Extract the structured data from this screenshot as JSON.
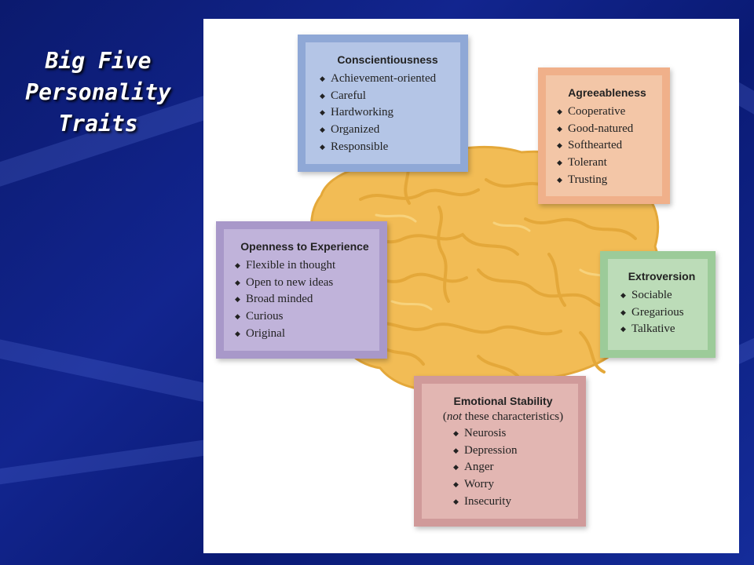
{
  "slide": {
    "title_lines": [
      "Big Five",
      "Personality",
      "Traits"
    ]
  },
  "colors": {
    "background": "#0b1a6e",
    "brain": "#f2bc55",
    "conscientiousness": "#b4c5e6",
    "agreeableness": "#f3c6a7",
    "openness": "#c0b3da",
    "extroversion": "#bcdcb8",
    "emotional_stability": "#e2b6b2"
  },
  "traits": {
    "conscientiousness": {
      "title": "Conscientiousness",
      "items": [
        "Achievement-oriented",
        "Careful",
        "Hardworking",
        "Organized",
        "Responsible"
      ]
    },
    "agreeableness": {
      "title": "Agreeableness",
      "items": [
        "Cooperative",
        "Good-natured",
        "Softhearted",
        "Tolerant",
        "Trusting"
      ]
    },
    "openness": {
      "title": "Openness to Experience",
      "items": [
        "Flexible in thought",
        "Open to new ideas",
        "Broad minded",
        "Curious",
        "Original"
      ]
    },
    "extroversion": {
      "title": "Extroversion",
      "items": [
        "Sociable",
        "Gregarious",
        "Talkative"
      ]
    },
    "emotional_stability": {
      "title": "Emotional Stability",
      "subtitle_open": "(",
      "subtitle_em": "not",
      "subtitle_rest": " these characteristics)",
      "items": [
        "Neurosis",
        "Depression",
        "Anger",
        "Worry",
        "Insecurity"
      ]
    }
  },
  "bullet_glyph": "◆"
}
